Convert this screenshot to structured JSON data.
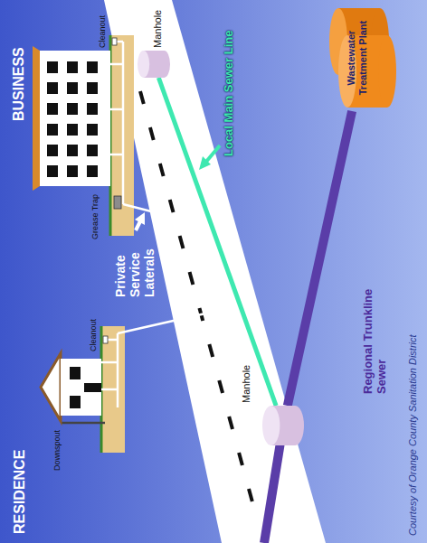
{
  "diagram": {
    "caption": "Courtesy of Orange County Sanitation District",
    "nodes": [
      {
        "text": [
          "BUSINESS"
        ]
      },
      {
        "text": [
          "RESIDENCE"
        ]
      },
      {
        "text": [
          "Manhole"
        ]
      },
      {
        "text": [
          "Manhole"
        ]
      },
      {
        "text": [
          "Wastewater Treatment Plant"
        ]
      }
    ],
    "edges": [
      {
        "from": 2,
        "to": 3,
        "arrow": "none"
      },
      {
        "from": 3,
        "to": 4,
        "arrow": "none"
      }
    ],
    "labels": [
      "Cleanout",
      "Grease Trap",
      "Private Service Laterals",
      "Cleanout",
      "Downspout",
      "Local Main Sewer Line",
      "Regional Trunkline Sewer"
    ]
  }
}
